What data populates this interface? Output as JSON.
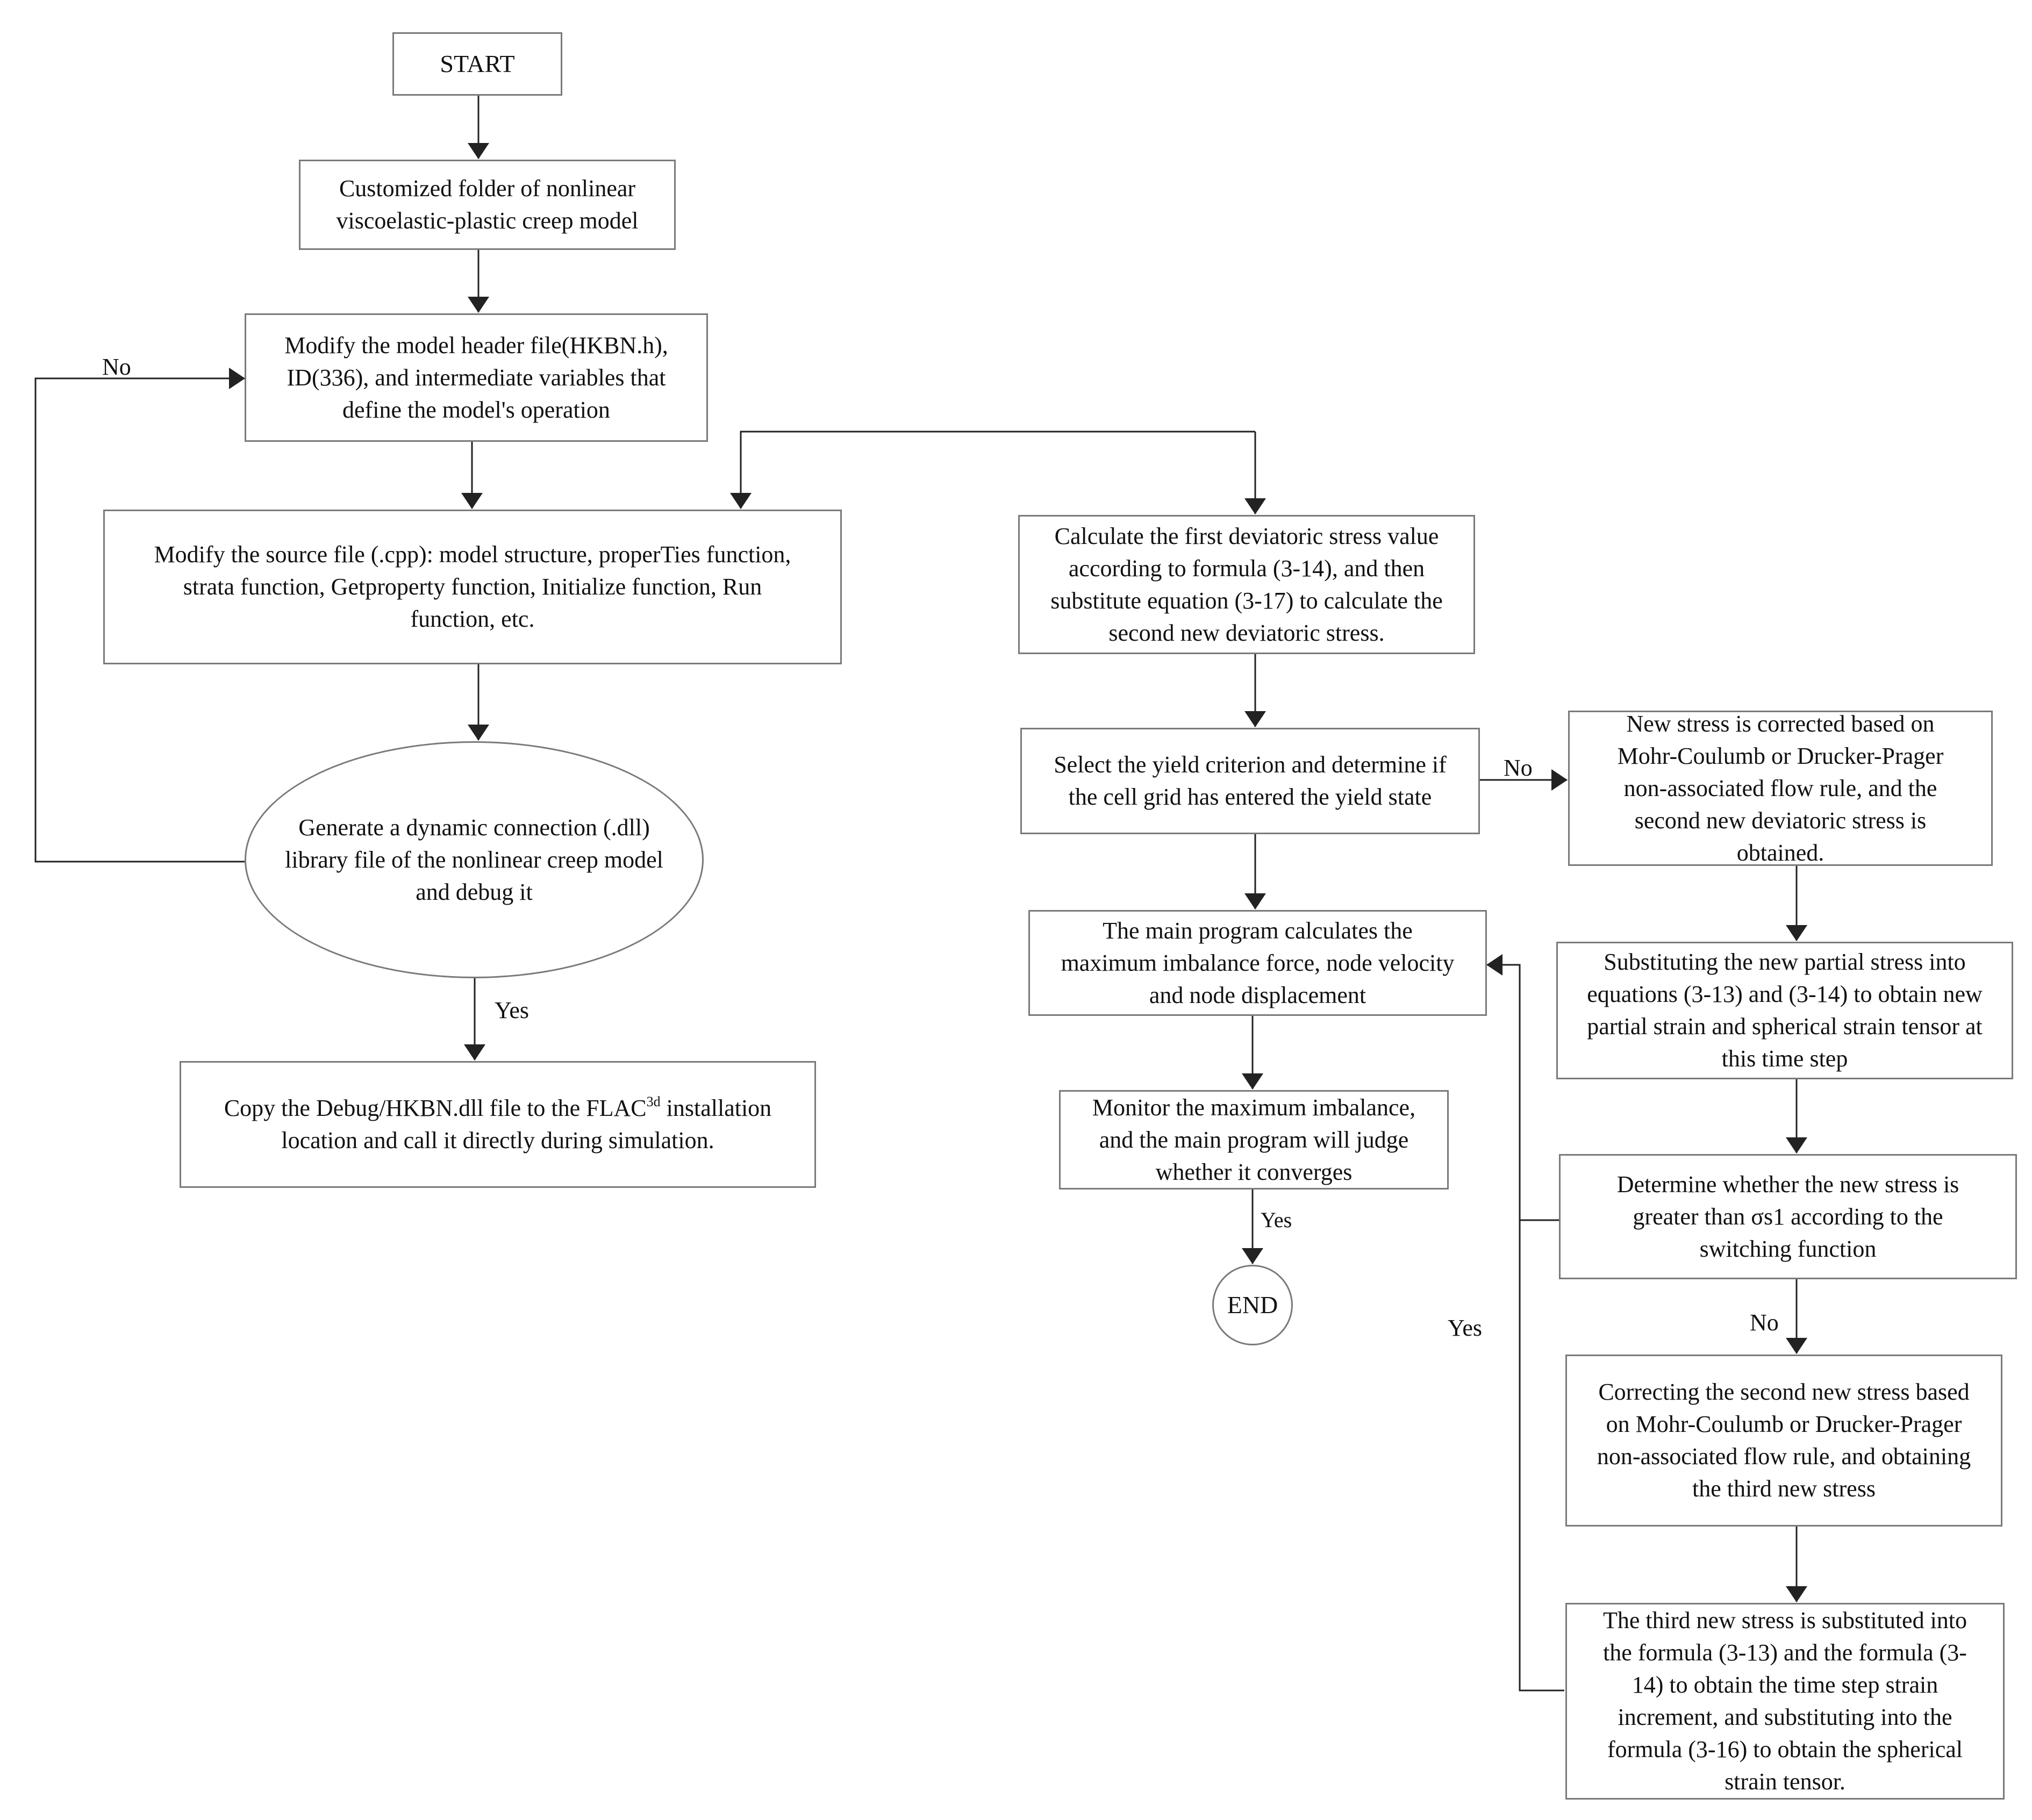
{
  "nodes": {
    "start": "START",
    "folder": "Customized folder of nonlinear\nviscoelastic-plastic creep model",
    "header": "Modify the model header file(HKBN.h),\nID(336), and intermediate variables that\ndefine the model's operation",
    "source": "Modify the source file (.cpp): model structure, properTies function,\nstrata function, Getproperty function, Initialize function, Run\nfunction, etc.",
    "dll": "Generate a dynamic connection (.dll)\nlibrary file of the nonlinear creep model\nand debug it",
    "copy": {
      "before": "Copy the Debug/HKBN.dll file to the FLAC",
      "superscript": "3d",
      "after": " installation\nlocation and call it directly during simulation."
    },
    "deviatoric": "Calculate the first deviatoric stress value\naccording to formula (3-14), and then\nsubstitute equation (3-17) to calculate the\nsecond new deviatoric stress.",
    "yield": "Select the yield criterion and determine if\nthe cell grid has entered the yield state",
    "main": "The main program calculates the\nmaximum imbalance force, node velocity\nand node displacement",
    "monitor": "Monitor the maximum imbalance,\nand the main program will judge\nwhether it converges",
    "end": "END",
    "corrected": "New stress is corrected based on\nMohr-Coulumb or Drucker-Prager\nnon-associated flow rule, and the\nsecond new deviatoric stress is\nobtained.",
    "partial": "Substituting the new partial stress into\nequations (3-13) and (3-14) to obtain new\npartial strain and spherical strain tensor at\nthis time step",
    "switching": "Determine whether the new stress is\ngreater than σs1 according to the\nswitching function",
    "third": "Correcting the second new stress based\non  Mohr-Coulumb or Drucker-Prager\nnon-associated flow rule, and obtaining\nthe third new stress",
    "spherical": "The third new stress is substituted into\nthe formula (3-13) and the formula (3-\n14) to obtain the time step strain\nincrement, and substituting into the\nformula (3-16) to obtain the spherical\nstrain tensor."
  },
  "edge_labels": {
    "no_loop": "No",
    "yes_dll": "Yes",
    "no_yield": "No",
    "yes_converge": "Yes",
    "no_switch": "No",
    "yes_switch": "Yes"
  },
  "colors": {
    "border": "#7a7a7a",
    "line": "#222222",
    "text": "#111111"
  }
}
